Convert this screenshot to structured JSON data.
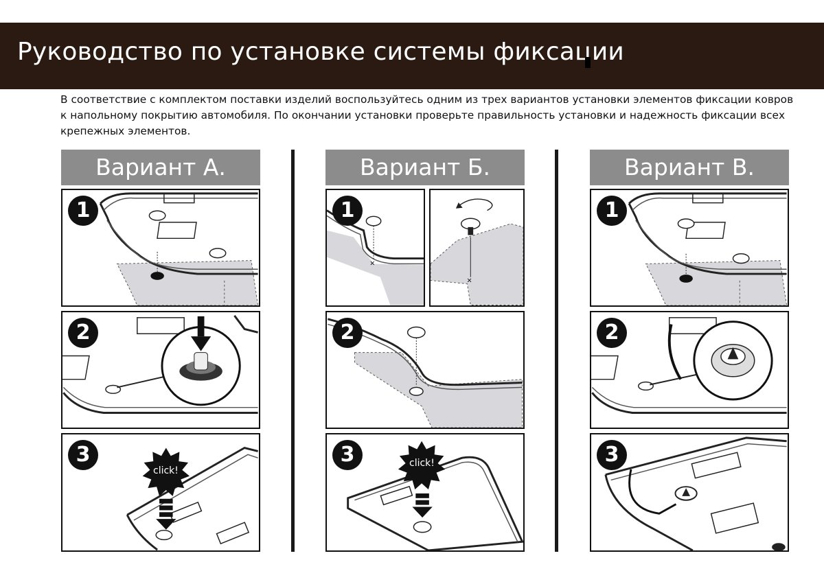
{
  "header": {
    "title": "Руководство по установке системы фиксации"
  },
  "intro": {
    "text": "В соответствие с комплектом поставки изделий воспользуйтесь одним из трех вариантов установки элементов фиксации ковров к напольному покрытию автомобиля. По окончании установки проверьте правильность установки и надежность фиксации всех крепежных элементов."
  },
  "variants": [
    {
      "label": "Вариант А.",
      "steps": [
        "1",
        "2",
        "3"
      ],
      "click": "click!"
    },
    {
      "label": "Вариант Б.",
      "steps": [
        "1",
        "2",
        "3"
      ],
      "click": "click!"
    },
    {
      "label": "Вариант В.",
      "steps": [
        "1",
        "2",
        "3"
      ]
    }
  ],
  "colors": {
    "header_bg": "#2a1a12",
    "variant_bg": "#8c8c8c",
    "floor_fill": "#d8d8dc"
  }
}
